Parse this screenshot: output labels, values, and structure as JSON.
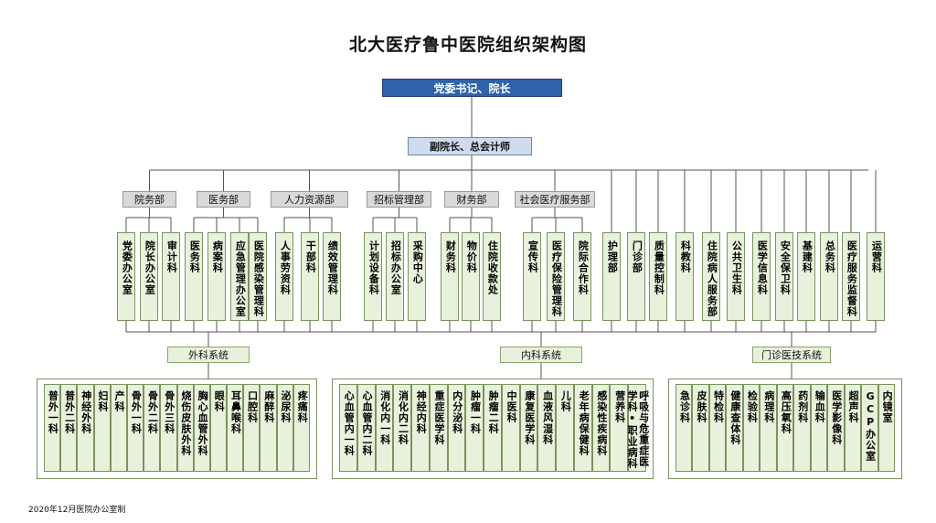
{
  "title": "北大医疗鲁中医院组织架构图",
  "top": "党委书记、院长",
  "deputy": "副院长、总会计师",
  "departments": [
    {
      "name": "院务部",
      "units": [
        "党委办公室",
        "院长办公室",
        "审计科"
      ]
    },
    {
      "name": "医务部",
      "units": [
        "医务科",
        "病案科",
        "应急管理办公室",
        "医院感染管理科"
      ]
    },
    {
      "name": "人力资源部",
      "units": [
        "人事劳资科",
        "干部科",
        "绩效管理科"
      ]
    },
    {
      "name": "招标管理部",
      "units": [
        "计划设备科",
        "招标办公室",
        "采购中心"
      ]
    },
    {
      "name": "财务部",
      "units": [
        "财务科",
        "物价科",
        "住院收款处"
      ]
    },
    {
      "name": "社会医疗服务部",
      "units": [
        "宣传科",
        "医疗保险管理科",
        "院际合作科"
      ]
    }
  ],
  "standalone_units": [
    "护理部",
    "门诊部",
    "质量控制科",
    "科教科",
    "住院病人服务部",
    "公共卫生科",
    "医学信息科",
    "安全保卫科",
    "基建科",
    "总务科",
    "医疗服务监督科",
    "运营科"
  ],
  "clinical_groups": [
    {
      "name": "外科系统",
      "units": [
        "普外一科",
        "普外二科",
        "神经外科",
        "妇科",
        "产科",
        "骨外一科",
        "骨外二科",
        "骨外三科",
        "烧伤皮肤外科",
        "胸心血管外科",
        "眼科",
        "耳鼻喉科",
        "口腔科",
        "麻醉科",
        "泌尿科",
        "疼痛科"
      ]
    },
    {
      "name": "内科系统",
      "units": [
        "心血管内一科",
        "心血管内二科",
        "消化内一科",
        "消化内二科",
        "神经内科",
        "重症医学科",
        "内分泌科",
        "肿瘤一科",
        "肿瘤二科",
        "中医科",
        "康复医学科",
        "血液风湿科",
        "儿科",
        "老年病保健科",
        "感染性疾病科",
        "营养科",
        "呼吸与危重症医学科•职业病科"
      ]
    },
    {
      "name": "门诊医技系统",
      "units": [
        "急诊科",
        "皮肤科",
        "特检科",
        "健康查体科",
        "检验科",
        "病理科",
        "高压氧科",
        "药剂科",
        "输血科",
        "医学影像科",
        "超声科",
        "GCP办公室",
        "内镜室"
      ]
    }
  ],
  "footer": "2020年12月医院办公室制"
}
